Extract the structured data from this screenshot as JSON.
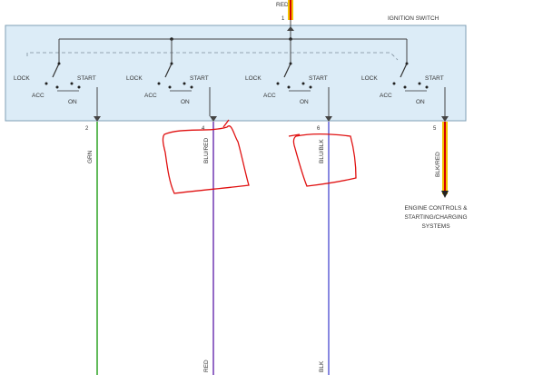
{
  "top_wire": {
    "color_label": "RED",
    "pin": "1",
    "color": "#f2c500",
    "stripe": "#d40000"
  },
  "box": {
    "title": "IGNITION SWITCH",
    "fill": "#dcecf7",
    "border": "#7f9fb5"
  },
  "switches": [
    {
      "lock": "LOCK",
      "start": "START",
      "acc": "ACC",
      "on": "ON"
    },
    {
      "lock": "LOCK",
      "start": "START",
      "acc": "ACC",
      "on": "ON"
    },
    {
      "lock": "LOCK",
      "start": "START",
      "acc": "ACC",
      "on": "ON"
    },
    {
      "lock": "LOCK",
      "start": "START",
      "acc": "ACC",
      "on": "ON"
    }
  ],
  "outputs": [
    {
      "pin": "2",
      "label": "GRN",
      "color": "#3aa832",
      "bottom_label": ""
    },
    {
      "pin": "4",
      "label": "BLU/RED",
      "color": "#7a45b8",
      "bottom_label": "RED"
    },
    {
      "pin": "6",
      "label": "BLU/BLK",
      "color": "#6a6ad8",
      "bottom_label": "BLK"
    },
    {
      "pin": "5",
      "label": "BLK/RED",
      "color": "#f2c500",
      "bottom_label": ""
    }
  ],
  "destination": {
    "lines": [
      "ENGINE CONTROLS &",
      "STARTING/CHARGING",
      "SYSTEMS"
    ]
  },
  "annotation": {
    "color": "#e01010"
  }
}
